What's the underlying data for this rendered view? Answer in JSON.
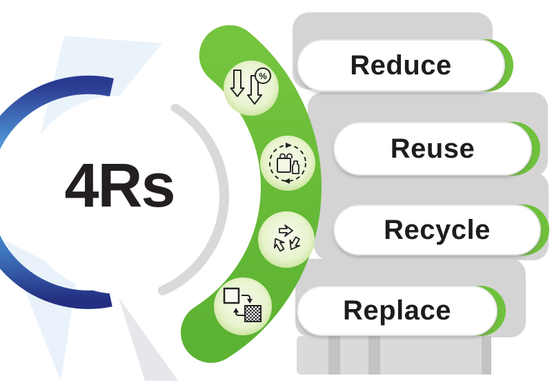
{
  "title": "4Rs",
  "items": [
    {
      "label": "Reduce",
      "icon": "reduce-percent-down-arrows-icon"
    },
    {
      "label": "Reuse",
      "icon": "reuse-bag-bottle-cycle-icon"
    },
    {
      "label": "Recycle",
      "icon": "recycle-arrows-icon"
    },
    {
      "label": "Replace",
      "icon": "replace-swap-squares-icon"
    }
  ],
  "icon_text": {
    "percent": "%"
  },
  "colors": {
    "green_band": "#6cbf3e",
    "green_pill_accent": "#6fc13c",
    "blue_arc_dark": "#2b3a91",
    "blue_arc_light": "#55aae2",
    "gray_panel": "#d4d4d4",
    "gray_stripe": "#c3c3c3",
    "circle_shadow": "#d9d9d9",
    "text_black": "#231f20"
  }
}
